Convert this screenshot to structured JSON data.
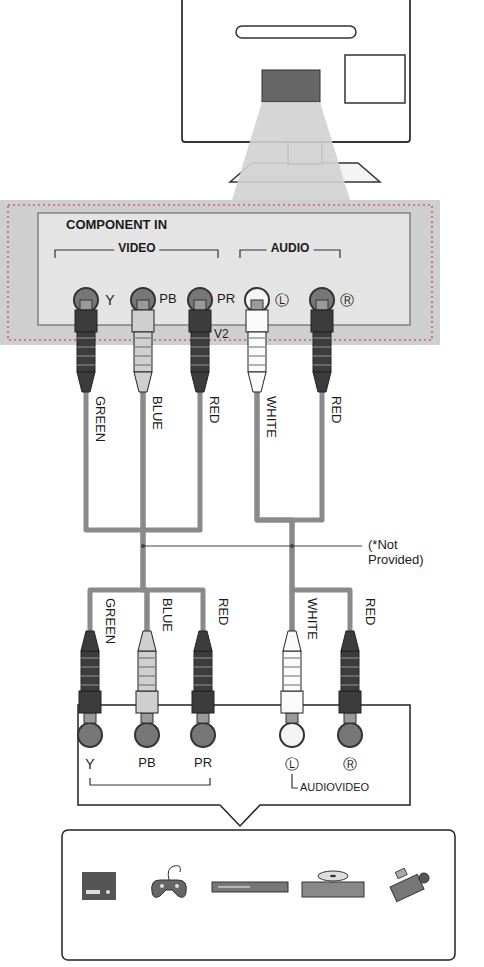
{
  "diagram": {
    "nodes": [
      {
        "text": [
          "COMPONENT IN",
          "VIDEO",
          "AUDIO",
          "Y",
          "PB",
          "PR",
          "Ⓛ",
          "Ⓡ",
          "V2"
        ]
      },
      {
        "text": [
          "Y",
          "PB",
          "PR",
          "Ⓛ",
          "Ⓡ",
          "AUDIOVIDEO"
        ]
      }
    ],
    "edges": [
      {
        "from": 0,
        "to": 1,
        "arrow": "none"
      },
      {
        "from": 0,
        "to": 1,
        "arrow": "none"
      }
    ],
    "labels": [
      "GREEN",
      "BLUE",
      "RED",
      "WHITE",
      "RED",
      "(*Not Provided)",
      "GREEN",
      "BLUE",
      "RED",
      "WHITE",
      "RED"
    ]
  }
}
